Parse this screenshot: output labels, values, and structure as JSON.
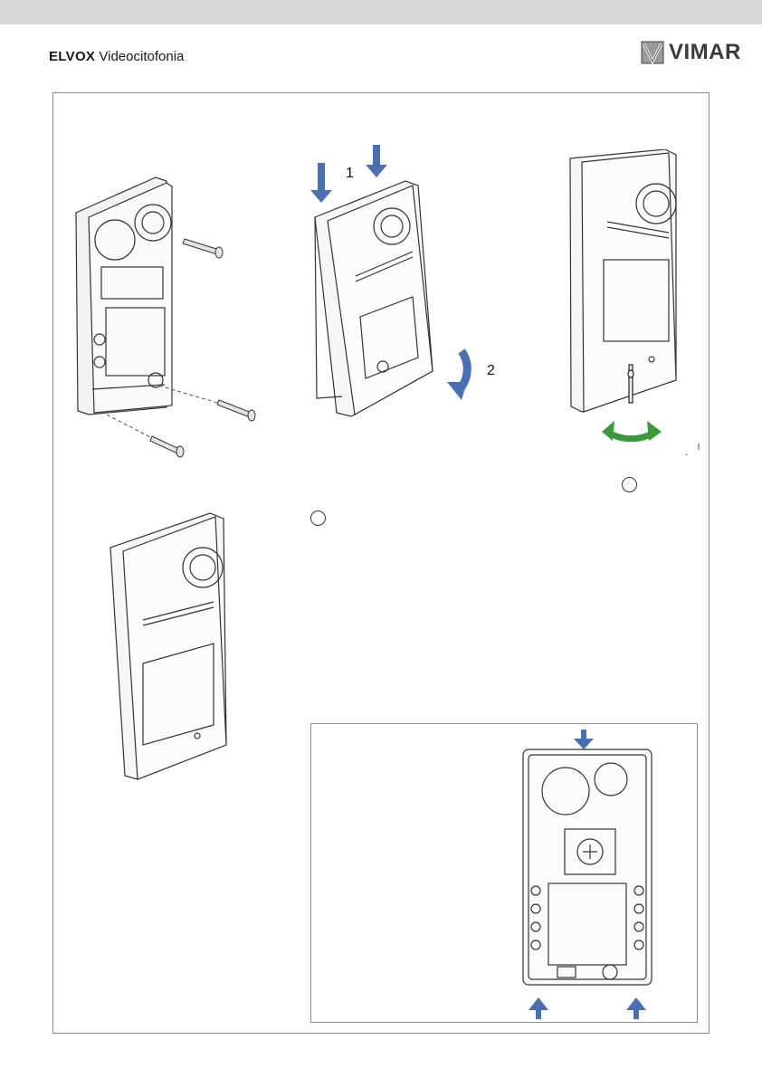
{
  "header": {
    "brand_bold": "ELVOX",
    "brand_regular": " Videocitofonia",
    "logo_word": "VIMAR"
  },
  "steps": {
    "press_label": "1",
    "rotate_label": "2",
    "screw_tick": "-"
  },
  "colors": {
    "topbar": "#d9d9d9",
    "arrow_blue": "#4a6fb5",
    "arrow_green": "#3a9a3a",
    "line": "#555555"
  },
  "icons": {
    "logo": "vimar-logo-icon",
    "press_arrow": "arrow-down-icon",
    "rotate_arrow": "rotate-arrow-icon",
    "screwdriver": "screwdriver-icon",
    "screw": "screw-icon"
  }
}
